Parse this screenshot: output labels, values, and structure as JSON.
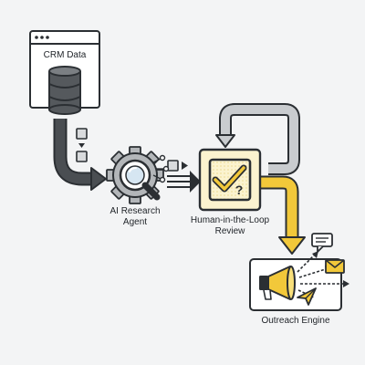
{
  "nodes": {
    "crm": {
      "label": "CRM Data"
    },
    "agent": {
      "label_line1": "AI Research",
      "label_line2": "Agent"
    },
    "review": {
      "label_line1": "Human-in-the-Loop",
      "label_line2": "Review"
    },
    "outreach": {
      "label": "Outreach Engine"
    }
  },
  "colors": {
    "background": "#f3f4f5",
    "outline": "#2b2f33",
    "dark_arrow": "#4a4e52",
    "light_gray_arrow": "#c9cccf",
    "review_fill": "#fbf3cf",
    "accent_yellow": "#f2c83a",
    "accent_yellow_light": "#f8df7a"
  },
  "icons": {
    "crm": "database-window-icon",
    "agent": "gear-magnifier-icon",
    "review": "checkbox-question-icon",
    "outreach": "megaphone-icon"
  }
}
